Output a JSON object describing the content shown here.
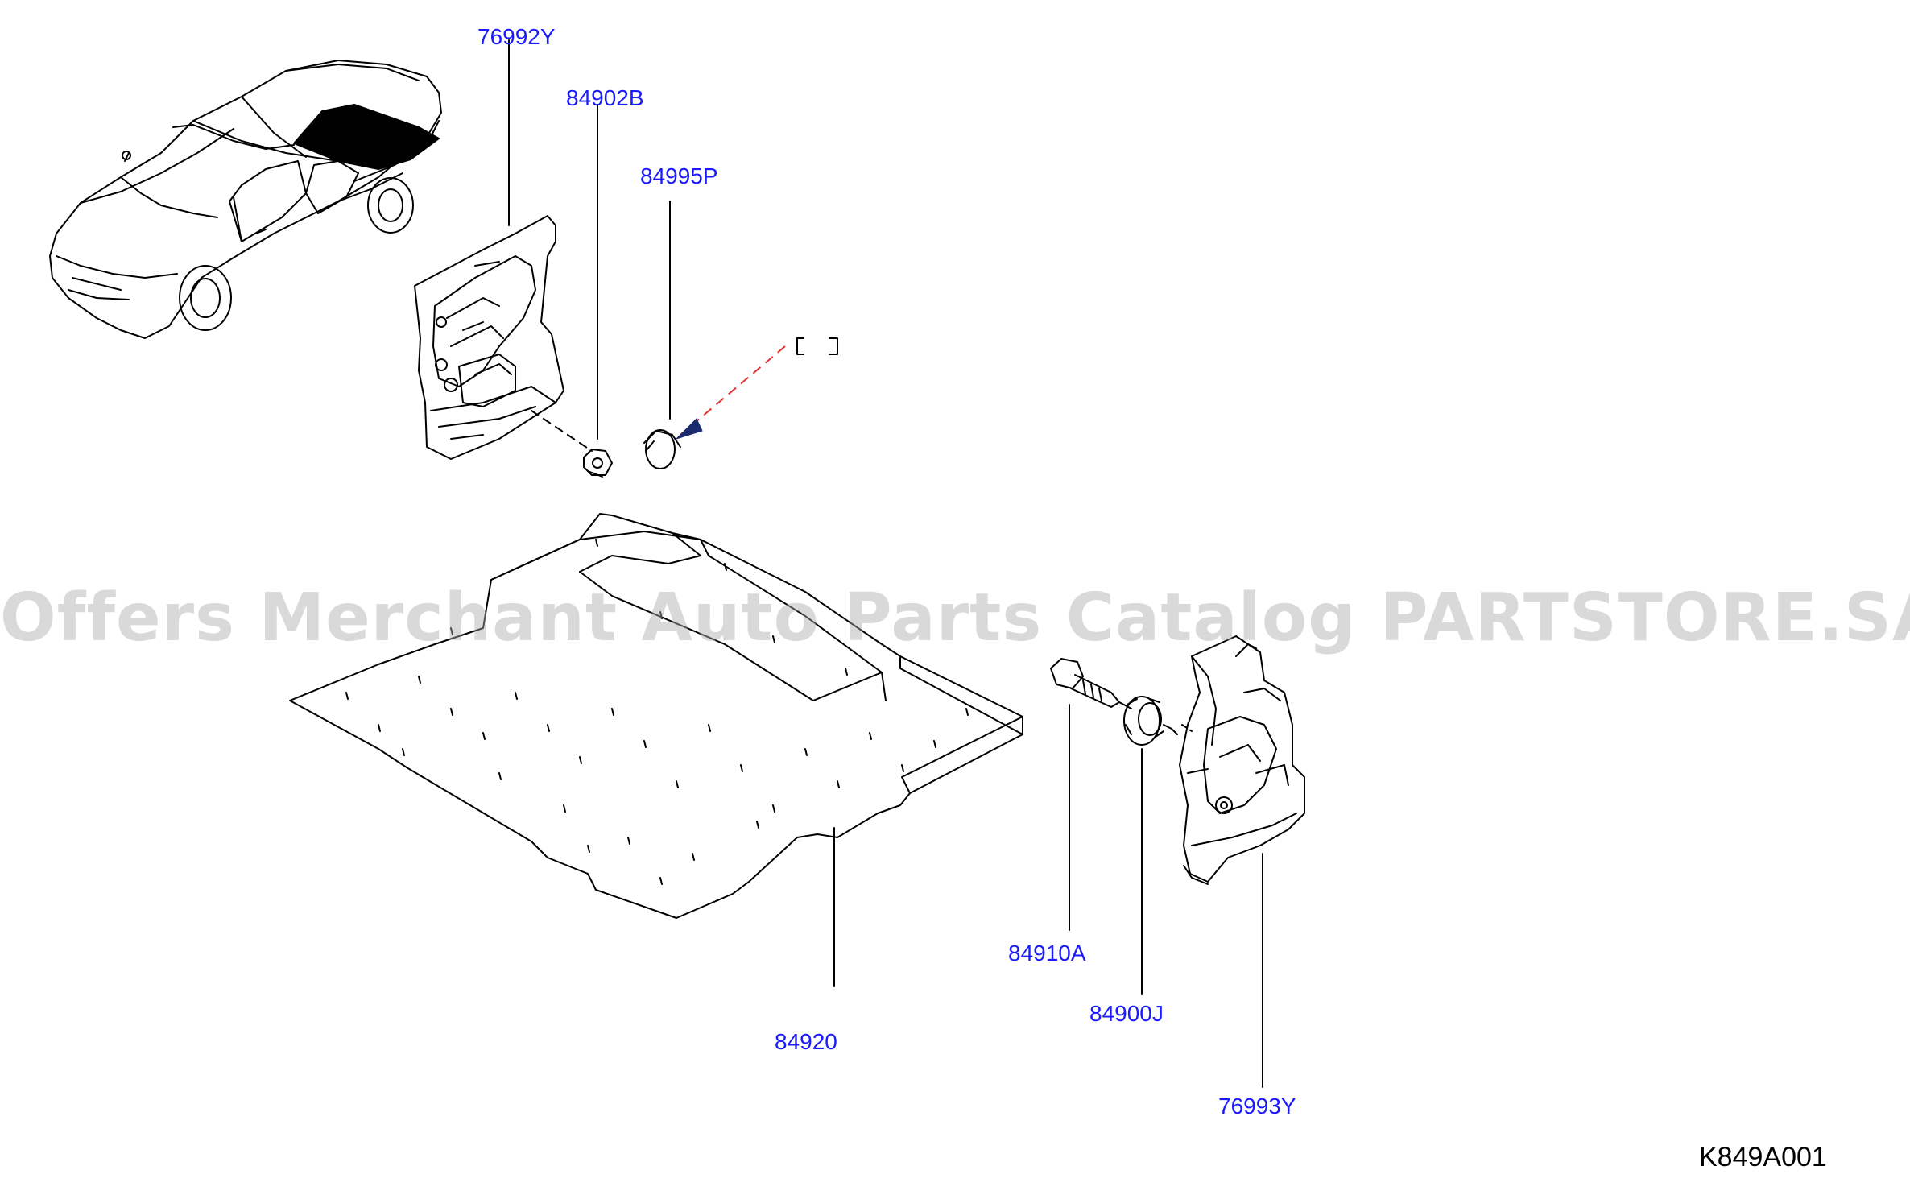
{
  "diagram": {
    "watermark": "Offers Merchant Auto Parts Catalog PARTSTORE.SA",
    "figure_code": "K849A001",
    "parts": [
      {
        "id": "76992Y",
        "label": "76992Y"
      },
      {
        "id": "84902B",
        "label": "84902B"
      },
      {
        "id": "84995P",
        "label": "84995P"
      },
      {
        "id": "84910A",
        "label": "84910A"
      },
      {
        "id": "84900J",
        "label": "84900J"
      },
      {
        "id": "84920",
        "label": "84920"
      },
      {
        "id": "76993Y",
        "label": "76993Y"
      }
    ],
    "colors": {
      "label": "#1a1aff",
      "line": "#000000",
      "leader_dashed": "#e03030",
      "arrow": "#1a2a6e"
    }
  }
}
